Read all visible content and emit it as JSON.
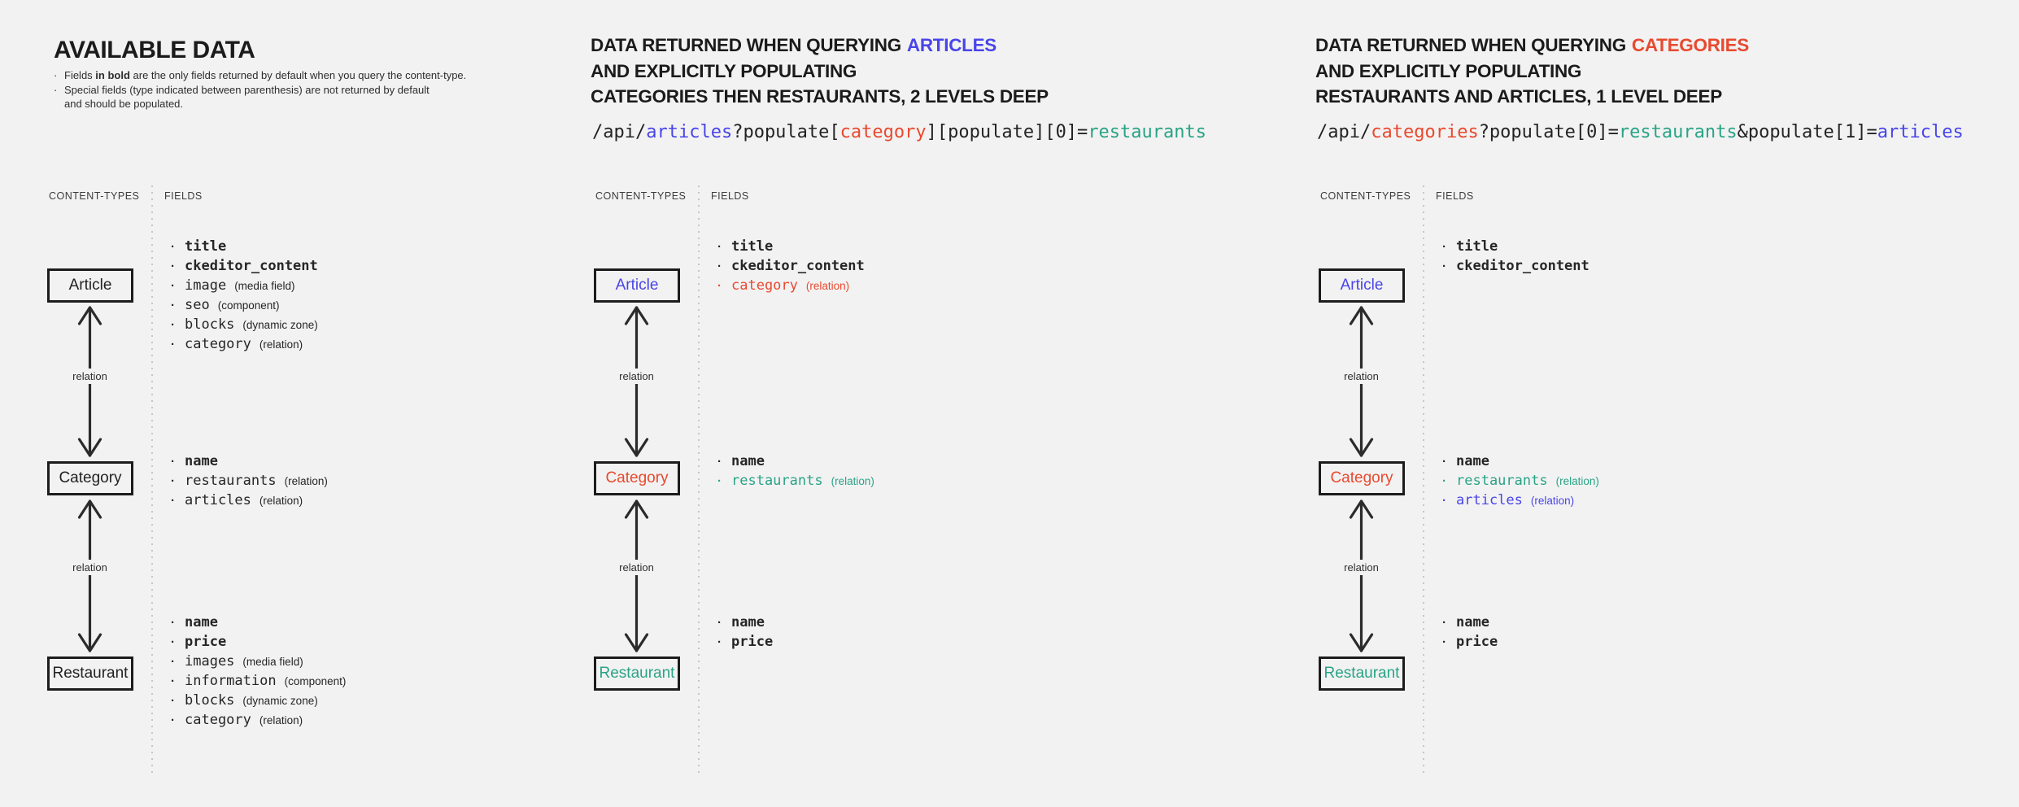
{
  "icons": {
    "bullet": "·"
  },
  "colors": {
    "blue": "#4945e8",
    "red": "#e8492f",
    "teal": "#2aa386",
    "text_dark": "#1c1c1c",
    "background": "#f2f2f2"
  },
  "labels": {
    "content_types": "CONTENT-TYPES",
    "fields": "FIELDS",
    "relation": "relation"
  },
  "panel1": {
    "title": "AVAILABLE DATA",
    "note1": {
      "pre": "Fields ",
      "bold": "in bold",
      "post": " are the only fields returned by default when you query the content-type."
    },
    "note2_line1": "Special fields (type indicated between parenthesis) are not returned by default",
    "note2_line2": "and should be populated."
  },
  "panel2": {
    "heading": {
      "line1_pre": "DATA RETURNED WHEN QUERYING",
      "line1_highlight": "ARTICLES",
      "line2": "AND EXPLICITLY POPULATING",
      "line3": "CATEGORIES THEN RESTAURANTS, 2 LEVELS DEEP"
    },
    "api": {
      "seg1": "/api/",
      "seg2": "articles",
      "seg3": "?populate[",
      "seg4": "category",
      "seg5": "][populate][0]=",
      "seg6": "restaurants"
    }
  },
  "panel3": {
    "heading": {
      "line1_pre": "DATA RETURNED WHEN QUERYING",
      "line1_highlight": "CATEGORIES",
      "line2": "AND EXPLICITLY POPULATING",
      "line3": "RESTAURANTS AND ARTICLES, 1 LEVEL DEEP"
    },
    "api": {
      "seg1": "/api/",
      "seg2": "categories",
      "seg3": "?populate[0]=",
      "seg4": "restaurants",
      "seg5": "&populate[1]=",
      "seg6": "articles"
    }
  },
  "diagram1": {
    "article": {
      "box": "Article",
      "fields": [
        {
          "name": "title",
          "bold": true
        },
        {
          "name": "ckeditor_content",
          "bold": true
        },
        {
          "name": "image",
          "type": "(media field)"
        },
        {
          "name": "seo",
          "type": "(component)"
        },
        {
          "name": "blocks",
          "type": "(dynamic zone)"
        },
        {
          "name": "category",
          "type": "(relation)"
        }
      ]
    },
    "category": {
      "box": "Category",
      "fields": [
        {
          "name": "name",
          "bold": true
        },
        {
          "name": "restaurants",
          "type": "(relation)"
        },
        {
          "name": "articles",
          "type": "(relation)"
        }
      ]
    },
    "restaurant": {
      "box": "Restaurant",
      "fields": [
        {
          "name": "name",
          "bold": true
        },
        {
          "name": "price",
          "bold": true
        },
        {
          "name": "images",
          "type": "(media field)"
        },
        {
          "name": "information",
          "type": "(component)"
        },
        {
          "name": "blocks",
          "type": "(dynamic zone)"
        },
        {
          "name": "category",
          "type": "(relation)"
        }
      ]
    }
  },
  "diagram2": {
    "article": {
      "box": "Article",
      "fields": [
        {
          "name": "title",
          "bold": true
        },
        {
          "name": "ckeditor_content",
          "bold": true
        },
        {
          "name": "category",
          "type": "(relation)",
          "color": "red"
        }
      ]
    },
    "category": {
      "box": "Category",
      "fields": [
        {
          "name": "name",
          "bold": true
        },
        {
          "name": "restaurants",
          "type": "(relation)",
          "color": "teal"
        }
      ]
    },
    "restaurant": {
      "box": "Restaurant",
      "fields": [
        {
          "name": "name",
          "bold": true
        },
        {
          "name": "price",
          "bold": true
        }
      ]
    }
  },
  "diagram3": {
    "article": {
      "box": "Article",
      "fields": [
        {
          "name": "title",
          "bold": true
        },
        {
          "name": "ckeditor_content",
          "bold": true
        }
      ]
    },
    "category": {
      "box": "Category",
      "fields": [
        {
          "name": "name",
          "bold": true
        },
        {
          "name": "restaurants",
          "type": "(relation)",
          "color": "teal"
        },
        {
          "name": "articles",
          "type": "(relation)",
          "color": "blue"
        }
      ]
    },
    "restaurant": {
      "box": "Restaurant",
      "fields": [
        {
          "name": "name",
          "bold": true
        },
        {
          "name": "price",
          "bold": true
        }
      ]
    }
  }
}
